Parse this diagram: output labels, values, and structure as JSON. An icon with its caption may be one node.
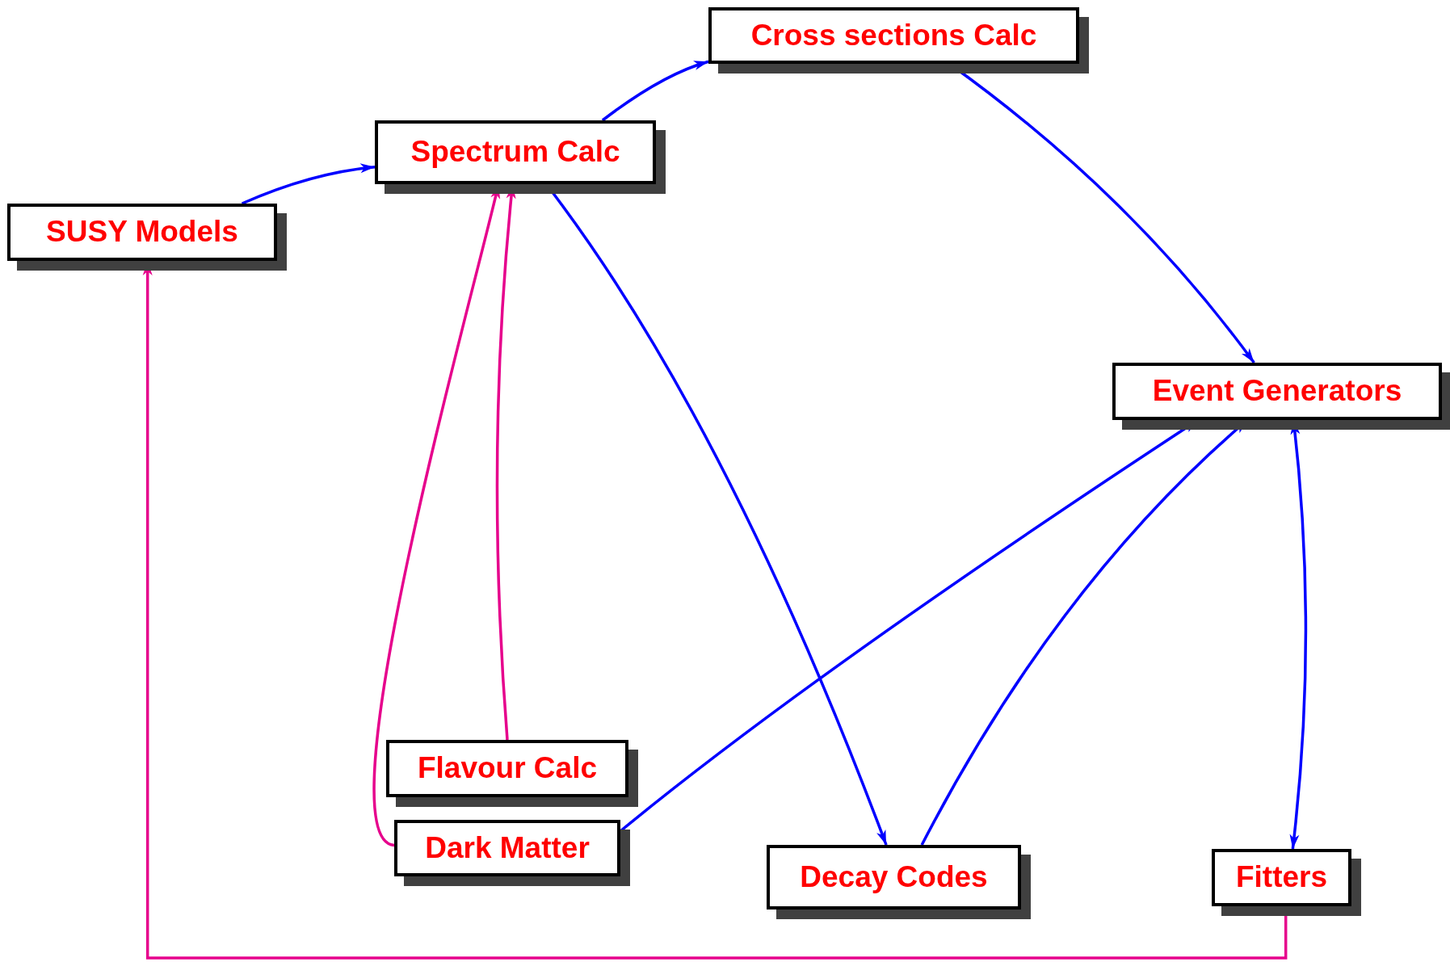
{
  "diagram": {
    "nodes": [
      {
        "text": [
          "SUSY Models"
        ]
      },
      {
        "text": [
          "Spectrum Calc"
        ]
      },
      {
        "text": [
          "Cross sections Calc"
        ]
      },
      {
        "text": [
          "Event Generators"
        ]
      },
      {
        "text": [
          "Flavour Calc"
        ]
      },
      {
        "text": [
          "Dark Matter"
        ]
      },
      {
        "text": [
          "Decay Codes"
        ]
      },
      {
        "text": [
          "Fitters"
        ]
      }
    ],
    "edges": [
      {
        "from": 0,
        "to": 1,
        "arrow": "to"
      },
      {
        "from": 1,
        "to": 2,
        "arrow": "to"
      },
      {
        "from": 2,
        "to": 3,
        "arrow": "to"
      },
      {
        "from": 1,
        "to": 6,
        "arrow": "to"
      },
      {
        "from": 6,
        "to": 3,
        "arrow": "to"
      },
      {
        "from": 5,
        "to": 3,
        "arrow": "to"
      },
      {
        "from": 4,
        "to": 1,
        "arrow": "to",
        "color": "#e6008c"
      },
      {
        "from": 5,
        "to": 1,
        "arrow": "to",
        "color": "#e6008c"
      },
      {
        "from": 3,
        "to": 7,
        "arrow": "both"
      },
      {
        "from": 7,
        "to": 0,
        "arrow": "to",
        "color": "#e6008c"
      }
    ]
  }
}
